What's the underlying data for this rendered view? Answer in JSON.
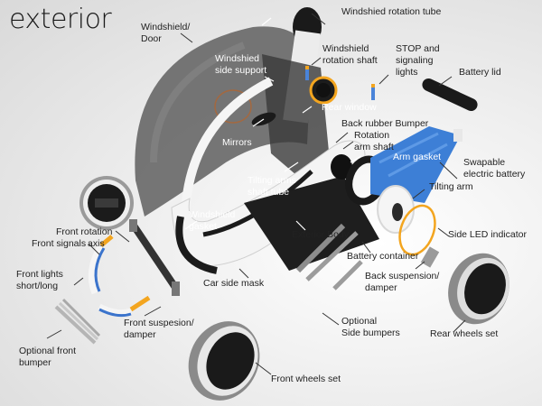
{
  "title": "exterior",
  "colors": {
    "battery_blue": "#3d7fd6",
    "led_orange": "#f3a51f",
    "body_white": "#f4f4f4",
    "dark_part": "#1c1c1c",
    "canopy": "#5a5a5a"
  },
  "labels": {
    "windshield_door": "Windshield/\nDoor",
    "windshield_rotation_tube": "Windshied rotation tube",
    "windshield_side_support": "Windshied\nside support",
    "windshield_rotation_shaft": "Windshield\nrotation shaft",
    "stop_signaling_lights": "STOP and\nsignaling\nlights",
    "battery_lid": "Battery lid",
    "rear_window": "Rear window",
    "back_rubber_bumper": "Back rubber Bumper",
    "rotation_arm_shaft": "Rotation\narm shaft",
    "mirrors": "Mirrors",
    "arm_gasket": "Arm gasket",
    "swapable_battery": "Swapable\nelectric battery",
    "tilting_arms_shaft_tube": "Tilting arms\nshaft tube",
    "tilting_arm": "Tilting arm",
    "windshield_gasket": "Windshield\ngasket",
    "front_rotation_axis": "Front rotation\n            axis",
    "front_signals": "Front signals",
    "exterior_body": "Exterior Body",
    "side_led_indicator": "Side LED indicator",
    "battery_container": "Battery container",
    "front_lights": "Front lights\nshort/long",
    "car_side_mask": "Car side mask",
    "back_suspension": "Back suspension/\ndamper",
    "front_suspension": "Front suspesion/\ndamper",
    "optional_side_bumpers": "Optional\nSide bumpers",
    "rear_wheels_set": "Rear wheels set",
    "optional_front_bumper": "Optional front\nbumper",
    "front_wheels_set": "Front wheels set"
  }
}
